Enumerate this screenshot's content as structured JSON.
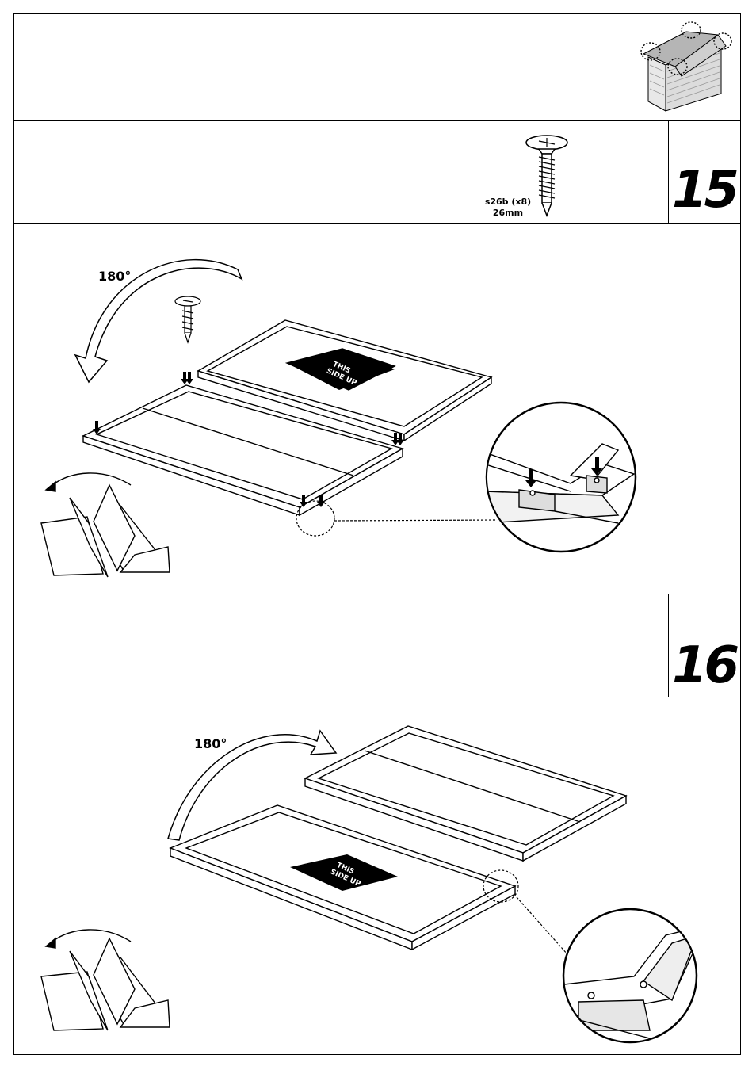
{
  "steps": [
    {
      "number": "15",
      "degree_label": "180°",
      "panel_text_line1": "THIS",
      "panel_text_line2": "SIDE UP"
    },
    {
      "number": "16",
      "degree_label": "180°",
      "panel_text_line1": "THIS",
      "panel_text_line2": "SIDE UP"
    }
  ],
  "parts": {
    "screw_code": "s26b (x8)",
    "screw_length": "26mm"
  },
  "icons": [
    "shed-thumbnail-icon",
    "screw-icon",
    "rotate-arrow-icon",
    "page-turn-icon",
    "magnifier-detail-icon"
  ]
}
